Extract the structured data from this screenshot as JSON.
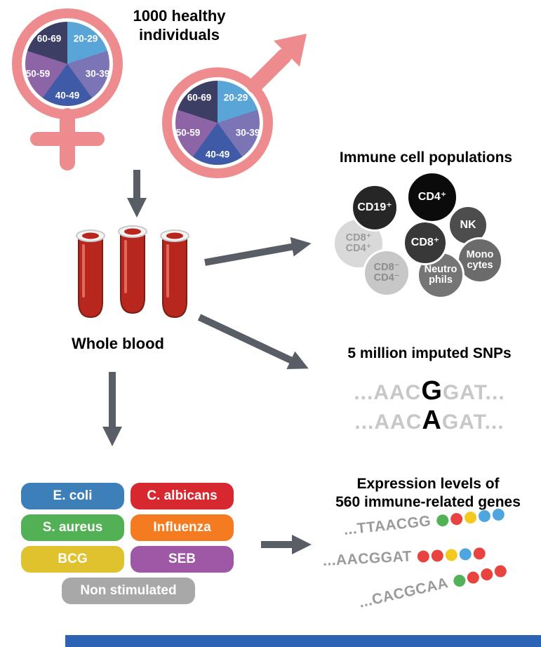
{
  "header": {
    "title": "1000 healthy\nindividuals"
  },
  "demographics": {
    "age_groups": [
      "20-29",
      "30-39",
      "40-49",
      "50-59",
      "60-69"
    ],
    "pie_colors": [
      "#59a5d8",
      "#7b74b5",
      "#3f5aa6",
      "#8d64a5",
      "#3c3f63"
    ],
    "symbol_color": "#ee8b8e"
  },
  "blood": {
    "label": "Whole blood"
  },
  "immune": {
    "title": "Immune cell populations",
    "cells": [
      {
        "label": "CD8⁺\nCD4⁺",
        "bg": "#d9d9d9",
        "fg": "#9a9a9a"
      },
      {
        "label": "CD19⁺",
        "bg": "#262626",
        "fg": "#ffffff"
      },
      {
        "label": "NK",
        "bg": "#4d4d4d",
        "fg": "#ffffff"
      },
      {
        "label": "Mono\ncytes",
        "bg": "#6b6b6b",
        "fg": "#ffffff"
      },
      {
        "label": "CD8⁻\nCD4⁻",
        "bg": "#c7c7c7",
        "fg": "#8c8c8c"
      },
      {
        "label": "Neutro\nphils",
        "bg": "#757575",
        "fg": "#ffffff"
      },
      {
        "label": "CD8⁺",
        "bg": "#383838",
        "fg": "#ffffff"
      },
      {
        "label": "CD4⁺",
        "bg": "#0b0b0b",
        "fg": "#ffffff"
      }
    ]
  },
  "snps": {
    "title": "5 million imputed SNPs",
    "sequences": [
      {
        "prefix": "...AAC",
        "snp": "G",
        "suffix": "GAT..."
      },
      {
        "prefix": "...AAC",
        "snp": "A",
        "suffix": "GAT..."
      }
    ]
  },
  "stimuli": {
    "items": [
      {
        "label": "E. coli",
        "color": "#3d7fb8"
      },
      {
        "label": "C. albicans",
        "color": "#d7282f"
      },
      {
        "label": "S. aureus",
        "color": "#52b055"
      },
      {
        "label": "Influenza",
        "color": "#f47b20"
      },
      {
        "label": "BCG",
        "color": "#e0c22e"
      },
      {
        "label": "SEB",
        "color": "#9e58a5"
      },
      {
        "label": "Non stimulated",
        "color": "#a8a8a8"
      }
    ]
  },
  "expression": {
    "title": "Expression levels of\n560 immune-related genes",
    "rows": [
      {
        "seq": "...TTAACGG",
        "dots": [
          "#53b257",
          "#e8433f",
          "#f3c821",
          "#4da6e0",
          "#4da6e0"
        ]
      },
      {
        "seq": "...AACGGAT",
        "dots": [
          "#e8433f",
          "#e8433f",
          "#f3c821",
          "#4da6e0",
          "#e8433f"
        ]
      },
      {
        "seq": "...CACGCAA",
        "dots": [
          "#53b257",
          "#e8433f",
          "#e8433f",
          "#e8433f"
        ]
      }
    ]
  },
  "footer": {
    "bar_color": "#2c63b2"
  }
}
